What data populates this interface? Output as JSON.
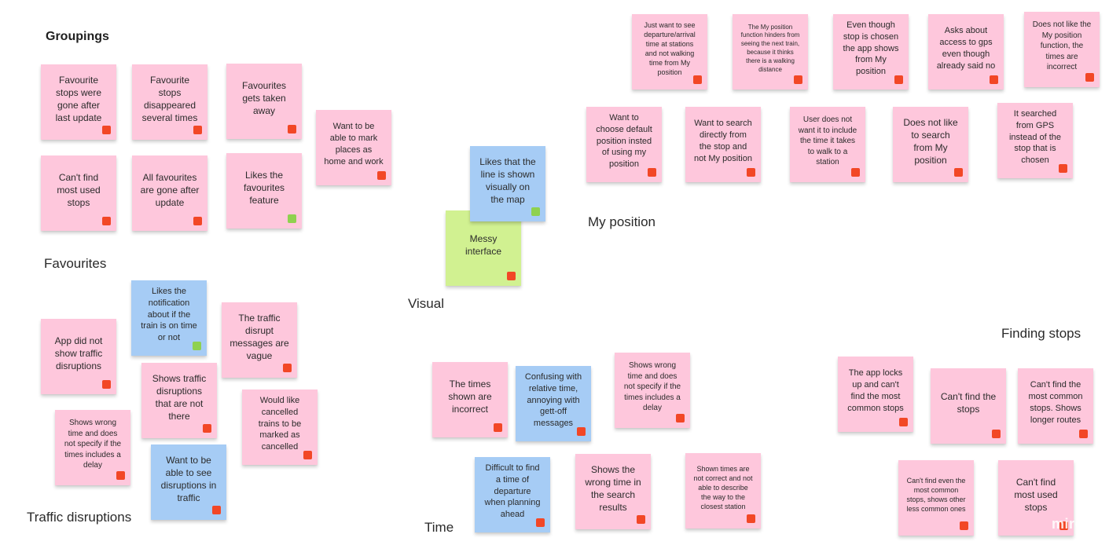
{
  "board": {
    "title": "Groupings",
    "groups": {
      "favourites": "Favourites",
      "traffic": "Traffic disruptions",
      "visual": "Visual",
      "time": "Time",
      "position": "My position",
      "finding": "Finding stops"
    },
    "watermark": "miro"
  },
  "colors": {
    "pink_note": "#fec7dc",
    "blue_note": "#a6ccf5",
    "lime_note": "#d1f191",
    "tag_red": "#f24726",
    "tag_green": "#8fd14f"
  },
  "notes": [
    {
      "id": "fav1",
      "text": "Favourite stops were gone after last update",
      "color": "pink",
      "tag": "red"
    },
    {
      "id": "fav2",
      "text": "Favourite stops disappeared several times",
      "color": "pink",
      "tag": "red"
    },
    {
      "id": "fav3",
      "text": "Favourites gets taken away",
      "color": "pink",
      "tag": "red"
    },
    {
      "id": "fav4",
      "text": "Want to be able to mark places as home and work",
      "color": "pink",
      "tag": "red"
    },
    {
      "id": "fav5",
      "text": "Can't find most used stops",
      "color": "pink",
      "tag": "red"
    },
    {
      "id": "fav6",
      "text": "All favourites are gone after update",
      "color": "pink",
      "tag": "red"
    },
    {
      "id": "fav7",
      "text": "Likes the favourites feature",
      "color": "pink",
      "tag": "green"
    },
    {
      "id": "tr1",
      "text": "Likes the notification about if the train is on time or not",
      "color": "blue",
      "tag": "green"
    },
    {
      "id": "tr2",
      "text": "The traffic disrupt messages are vague",
      "color": "pink",
      "tag": "red"
    },
    {
      "id": "tr3",
      "text": "App did not show traffic disruptions",
      "color": "pink",
      "tag": "red"
    },
    {
      "id": "tr4",
      "text": "Shows traffic disruptions that are not there",
      "color": "pink",
      "tag": "red"
    },
    {
      "id": "tr5",
      "text": "Would like cancelled trains to be marked as cancelled",
      "color": "pink",
      "tag": "red"
    },
    {
      "id": "tr6",
      "text": "Shows wrong time and does not specify if the times includes a delay",
      "color": "pink",
      "tag": "red"
    },
    {
      "id": "tr7",
      "text": "Want to be able to see disruptions in traffic",
      "color": "blue",
      "tag": "red"
    },
    {
      "id": "vi1",
      "text": "Likes that the line is shown visually on the map",
      "color": "blue",
      "tag": "green"
    },
    {
      "id": "vi2",
      "text": "Messy interface",
      "color": "lime",
      "tag": "red"
    },
    {
      "id": "ti1",
      "text": "The times shown are incorrect",
      "color": "pink",
      "tag": "red"
    },
    {
      "id": "ti2",
      "text": "Confusing with relative time, annoying with gett-off messages",
      "color": "blue",
      "tag": "red"
    },
    {
      "id": "ti3",
      "text": "Shows wrong time and does not specify if the times includes a delay",
      "color": "pink",
      "tag": "red"
    },
    {
      "id": "ti4",
      "text": "Difficult to find a time of departure when planning ahead",
      "color": "blue",
      "tag": "red"
    },
    {
      "id": "ti5",
      "text": "Shows the wrong time in the search results",
      "color": "pink",
      "tag": "red"
    },
    {
      "id": "ti6",
      "text": "Shown times are not correct and not able to describe the way to the closest station",
      "color": "pink",
      "tag": "red"
    },
    {
      "id": "po1",
      "text": "Just want to see departure/arrival time at stations and not walking time from My position",
      "color": "pink",
      "tag": "red"
    },
    {
      "id": "po2",
      "text": "The My position function hinders from seeing the next train, because it thinks there is a walking distance",
      "color": "pink",
      "tag": "red"
    },
    {
      "id": "po3",
      "text": "Even though stop is chosen the app shows from My position",
      "color": "pink",
      "tag": "red"
    },
    {
      "id": "po4",
      "text": "Asks about access to gps even though already said no",
      "color": "pink",
      "tag": "red"
    },
    {
      "id": "po5",
      "text": "Does not like the My position function, the times are incorrect",
      "color": "pink",
      "tag": "red"
    },
    {
      "id": "po6",
      "text": "Want to choose default position insted of using my position",
      "color": "pink",
      "tag": "red"
    },
    {
      "id": "po7",
      "text": "Want to search directly from the stop and not My position",
      "color": "pink",
      "tag": "red"
    },
    {
      "id": "po8",
      "text": "User does not want it to include the time it takes to walk to a station",
      "color": "pink",
      "tag": "red"
    },
    {
      "id": "po9",
      "text": "Does not like to search from My position",
      "color": "pink",
      "tag": "red"
    },
    {
      "id": "po10",
      "text": "It searched from GPS instead of the stop that is chosen",
      "color": "pink",
      "tag": "red"
    },
    {
      "id": "fs1",
      "text": "The app locks up and can't find the most common stops",
      "color": "pink",
      "tag": "red"
    },
    {
      "id": "fs2",
      "text": "Can't find the stops",
      "color": "pink",
      "tag": "red"
    },
    {
      "id": "fs3",
      "text": "Can't find the most common stops. Shows longer routes",
      "color": "pink",
      "tag": "red"
    },
    {
      "id": "fs4",
      "text": "Can't find even the most common stops, shows other less common ones",
      "color": "pink",
      "tag": "red"
    },
    {
      "id": "fs5",
      "text": "Can't find most used stops",
      "color": "pink",
      "tag": "red"
    }
  ]
}
